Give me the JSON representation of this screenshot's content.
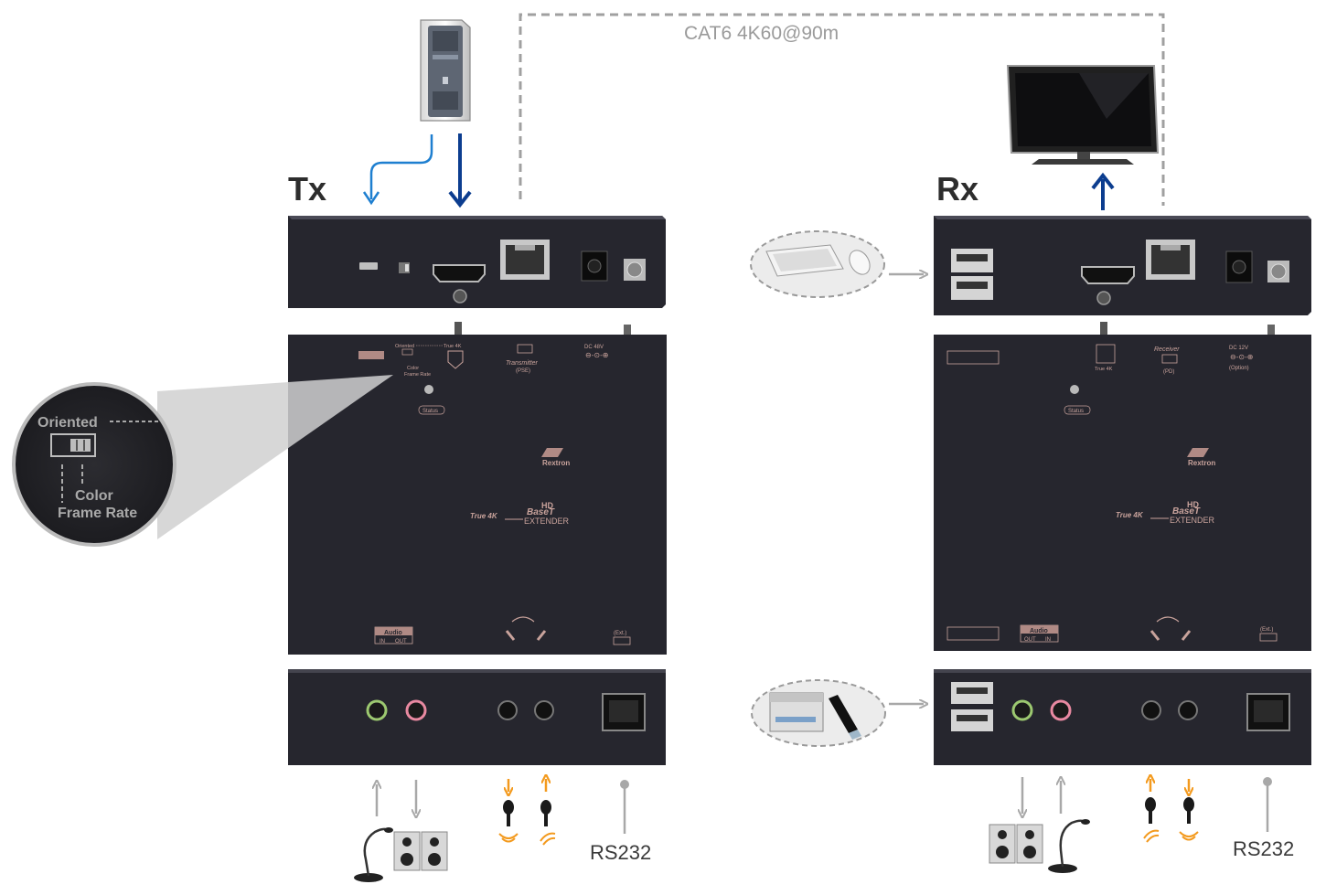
{
  "link_label": "CAT6 4K60@90m",
  "tx": {
    "title": "Tx",
    "top_panel": {
      "oriented": "Oriented",
      "true4k": "True 4K",
      "color": "Color",
      "frame_rate": "Frame Rate",
      "device": "Transmitter",
      "poe": "(PSE)",
      "dc": "DC 48V",
      "status": "Status",
      "audio": "Audio",
      "audio_in": "IN",
      "audio_out": "OUT",
      "ext": "(Ext.)"
    },
    "rs232": "RS232"
  },
  "rx": {
    "title": "Rx",
    "top_panel": {
      "true4k": "True 4K",
      "device": "Receiver",
      "poe": "(PD)",
      "dc": "DC 12V",
      "option": "(Option)",
      "status": "Status",
      "audio": "Audio",
      "audio_in": "IN",
      "audio_out": "OUT",
      "ext": "(Ext.)"
    },
    "rs232": "RS232"
  },
  "brand": {
    "name": "Rextron",
    "product_a": "True 4K",
    "product_hd": "HD",
    "product_base": "BaseT",
    "product_ext": "EXTENDER"
  },
  "zoom": {
    "oriented": "Oriented",
    "color": "Color",
    "frame_rate": "Frame Rate"
  },
  "colors": {
    "device_body": "#26262e",
    "device_label": "#c9a39c",
    "arrow_dark_blue": "#0c3d8f",
    "arrow_light_blue": "#1e7fd0",
    "arrow_gray": "#a8a8a8",
    "arrow_orange": "#f39a1e",
    "dashed_line": "#a0a0a0"
  }
}
